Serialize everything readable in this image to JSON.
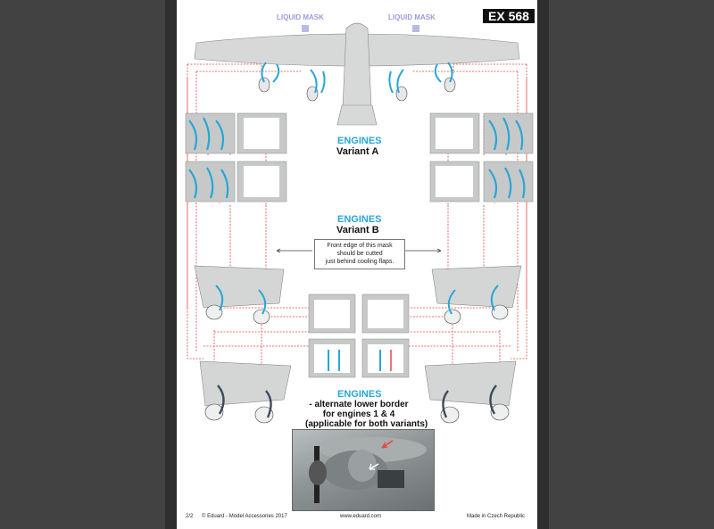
{
  "code": "EX 568",
  "liquid_mask_left": "LIQUID MASK",
  "liquid_mask_right": "LIQUID MASK",
  "section_a": {
    "title": "ENGINES",
    "variant": "Variant A"
  },
  "section_b": {
    "title": "ENGINES",
    "variant": "Variant B"
  },
  "note": {
    "line1": "Front edge of this mask",
    "line2": "should be cutted",
    "line3": "just behind cooling flaps."
  },
  "section_c": {
    "title": "ENGINES",
    "line1": "- alternate lower border",
    "line2": "for engines 1 & 4",
    "line3": "(applicable for both variants)"
  },
  "footer": {
    "page": "2/2",
    "copyright": "© Eduard - Model Accessories 2017",
    "url": "www.eduard.com",
    "made_in": "Made in Czech Republic"
  },
  "colors": {
    "mask_blue": "#27a7d6",
    "liquid_mask": "#9d9dd8",
    "guide_red": "#e8463c"
  }
}
